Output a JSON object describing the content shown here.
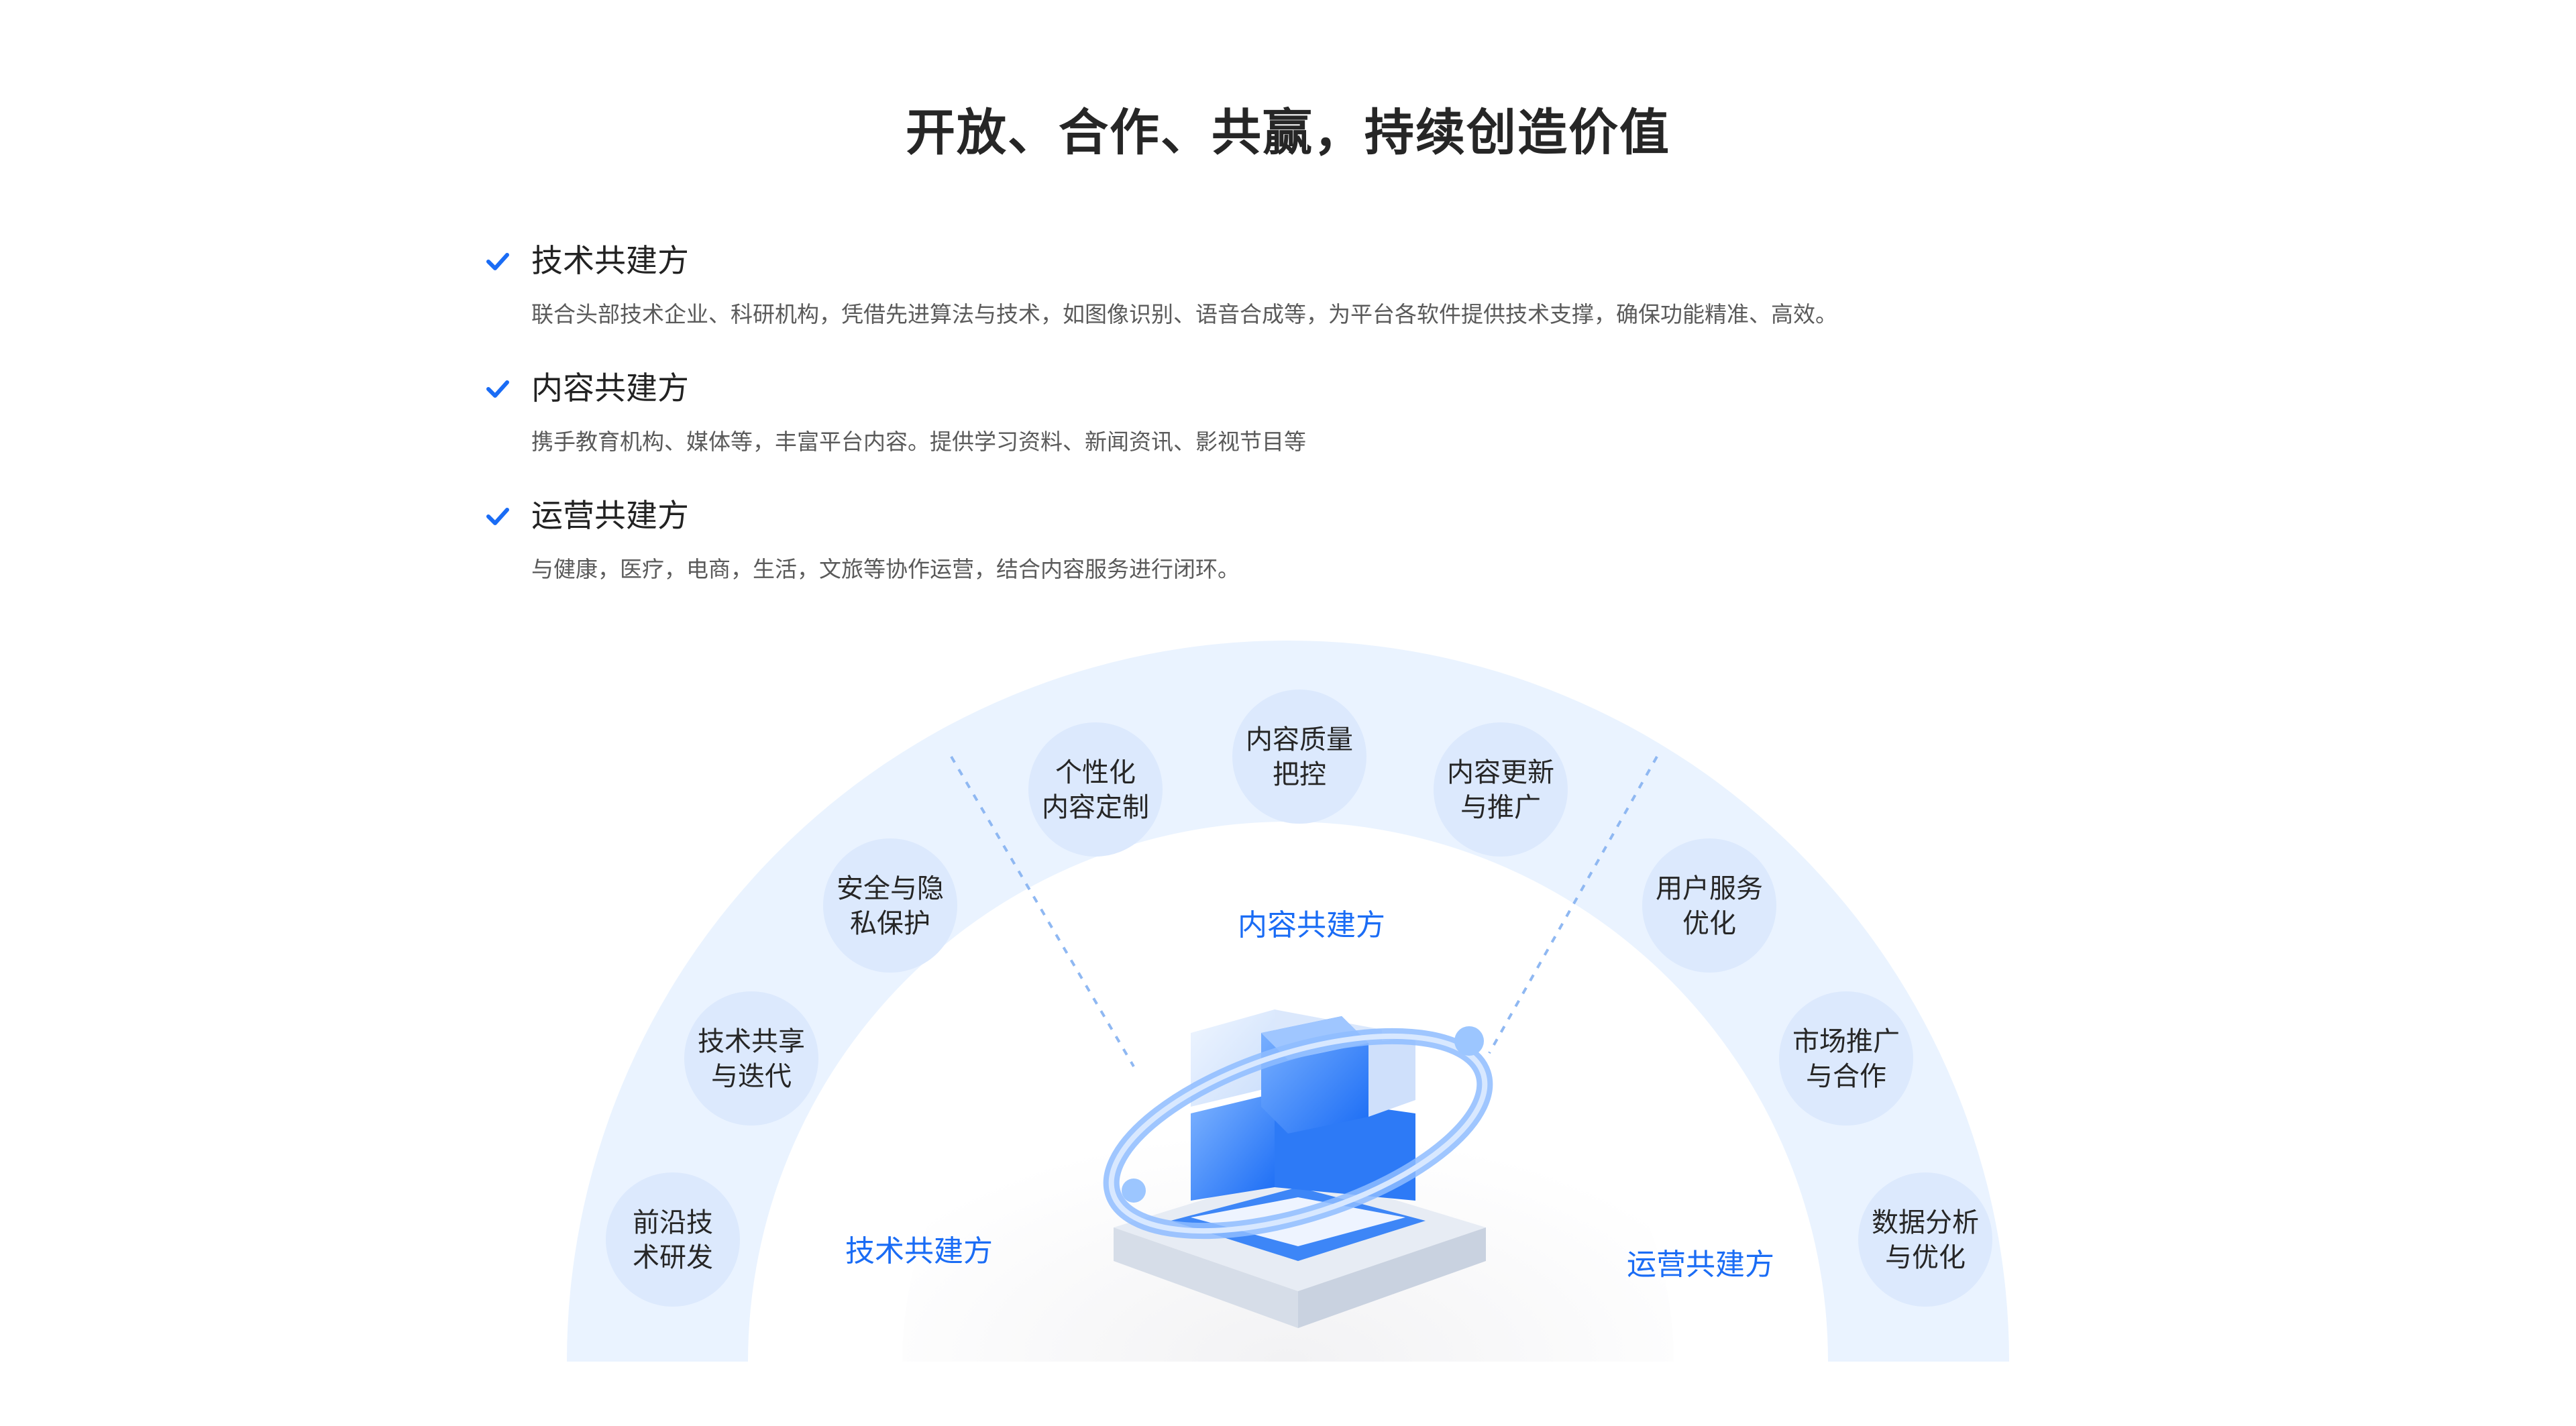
{
  "page": {
    "title": "开放、合作、共赢，持续创造价值"
  },
  "features": [
    {
      "title": "技术共建方",
      "desc": "联合头部技术企业、科研机构，凭借先进算法与技术，如图像识别、语音合成等，为平台各软件提供技术支撑，确保功能精准、高效。"
    },
    {
      "title": "内容共建方",
      "desc": "携手教育机构、媒体等，丰富平台内容。提供学习资料、新闻资讯、影视节目等"
    },
    {
      "title": "运营共建方",
      "desc": "与健康，医疗，电商，生活，文旅等协作运营，结合内容服务进行闭环。"
    }
  ],
  "diagram": {
    "sectors": {
      "tech": "技术共建方",
      "content": "内容共建方",
      "ops": "运营共建方"
    },
    "nodes": {
      "frontier_rd": [
        "前沿技",
        "术研发"
      ],
      "tech_share": [
        "技术共享",
        "与迭代"
      ],
      "security": [
        "安全与隐",
        "私保护"
      ],
      "personalized": [
        "个性化",
        "内容定制"
      ],
      "quality": [
        "内容质量",
        "把控"
      ],
      "update": [
        "内容更新",
        "与推广"
      ],
      "user_service": [
        "用户服务",
        "优化"
      ],
      "marketing": [
        "市场推广",
        "与合作"
      ],
      "analytics": [
        "数据分析",
        "与优化"
      ]
    }
  },
  "colors": {
    "accent": "#1a6cf5",
    "check": "#1a6cf5",
    "arc_band": "#eaf3ff",
    "node_fill": "#dce9fd",
    "divider": "#8fb8f2"
  }
}
